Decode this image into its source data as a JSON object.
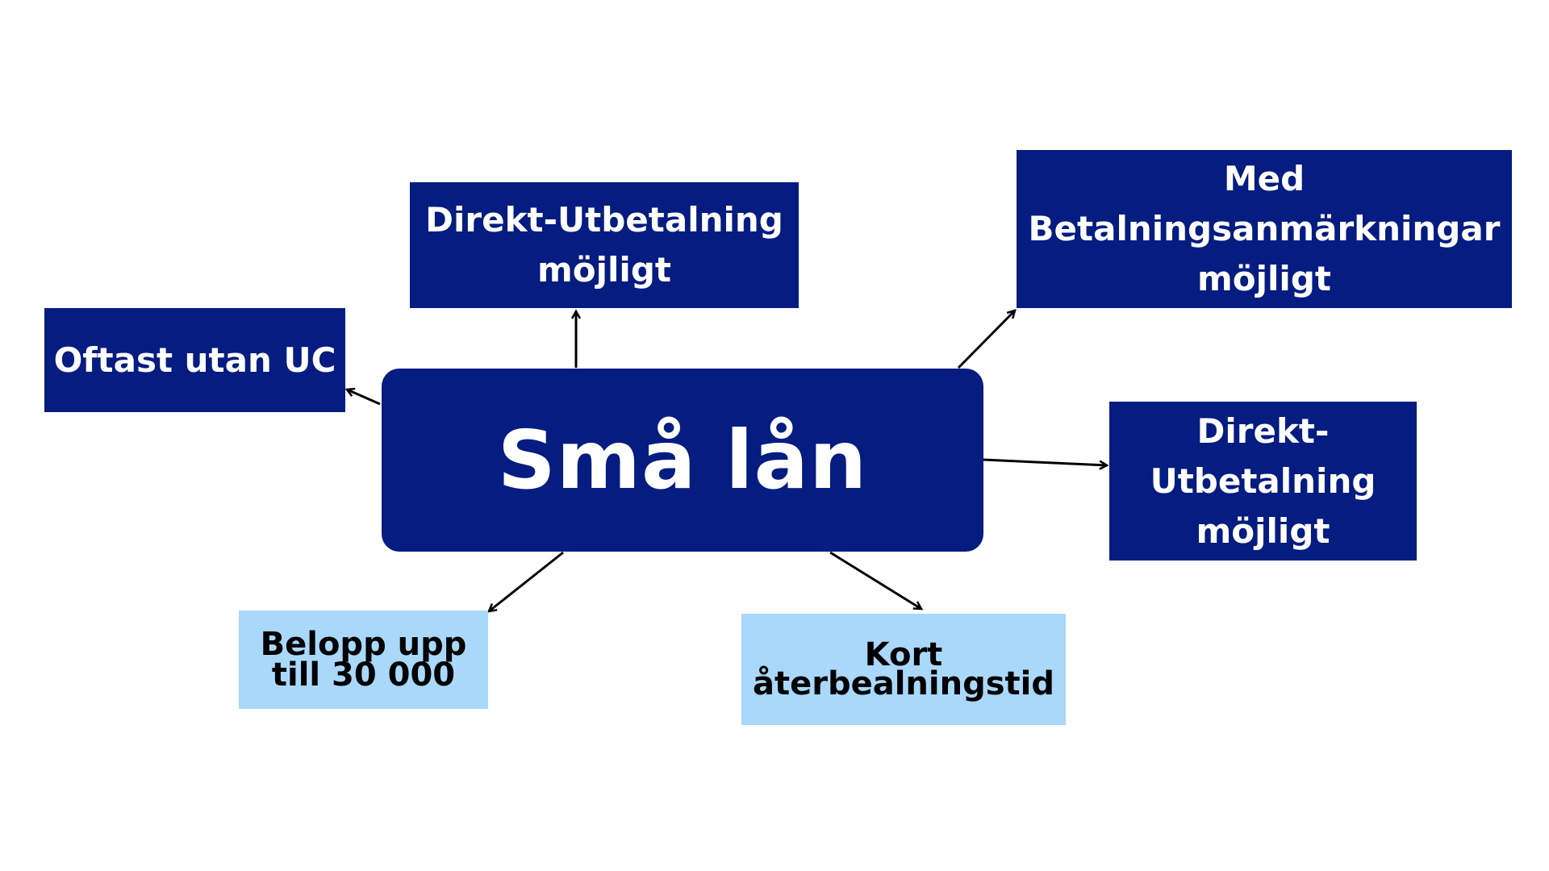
{
  "diagram": {
    "center": {
      "label": "Små lån"
    },
    "nodes": [
      {
        "id": "oftast",
        "label": "Oftast utan UC",
        "style": "dark"
      },
      {
        "id": "direkt_top",
        "label": "Direkt-Utbetalning\nmöjligt",
        "style": "dark"
      },
      {
        "id": "med_betal",
        "label": "Med\nBetalningsanmärkningar\nmöjligt",
        "style": "dark"
      },
      {
        "id": "direkt_right",
        "label": "Direkt-\nUtbetalning\nmöjligt",
        "style": "dark"
      },
      {
        "id": "belopp",
        "label": "Belopp upp\ntill 30 000",
        "style": "light"
      },
      {
        "id": "kort",
        "label": "Kort\nåterbealningstid",
        "style": "light"
      }
    ],
    "edges": [
      {
        "from": "center",
        "to": "oftast"
      },
      {
        "from": "center",
        "to": "direkt_top"
      },
      {
        "from": "center",
        "to": "med_betal"
      },
      {
        "from": "center",
        "to": "direkt_right"
      },
      {
        "from": "center",
        "to": "belopp"
      },
      {
        "from": "center",
        "to": "kort"
      }
    ],
    "colors": {
      "dark": "#051c80",
      "light": "#a9d8fb",
      "arrow": "#000000"
    }
  }
}
